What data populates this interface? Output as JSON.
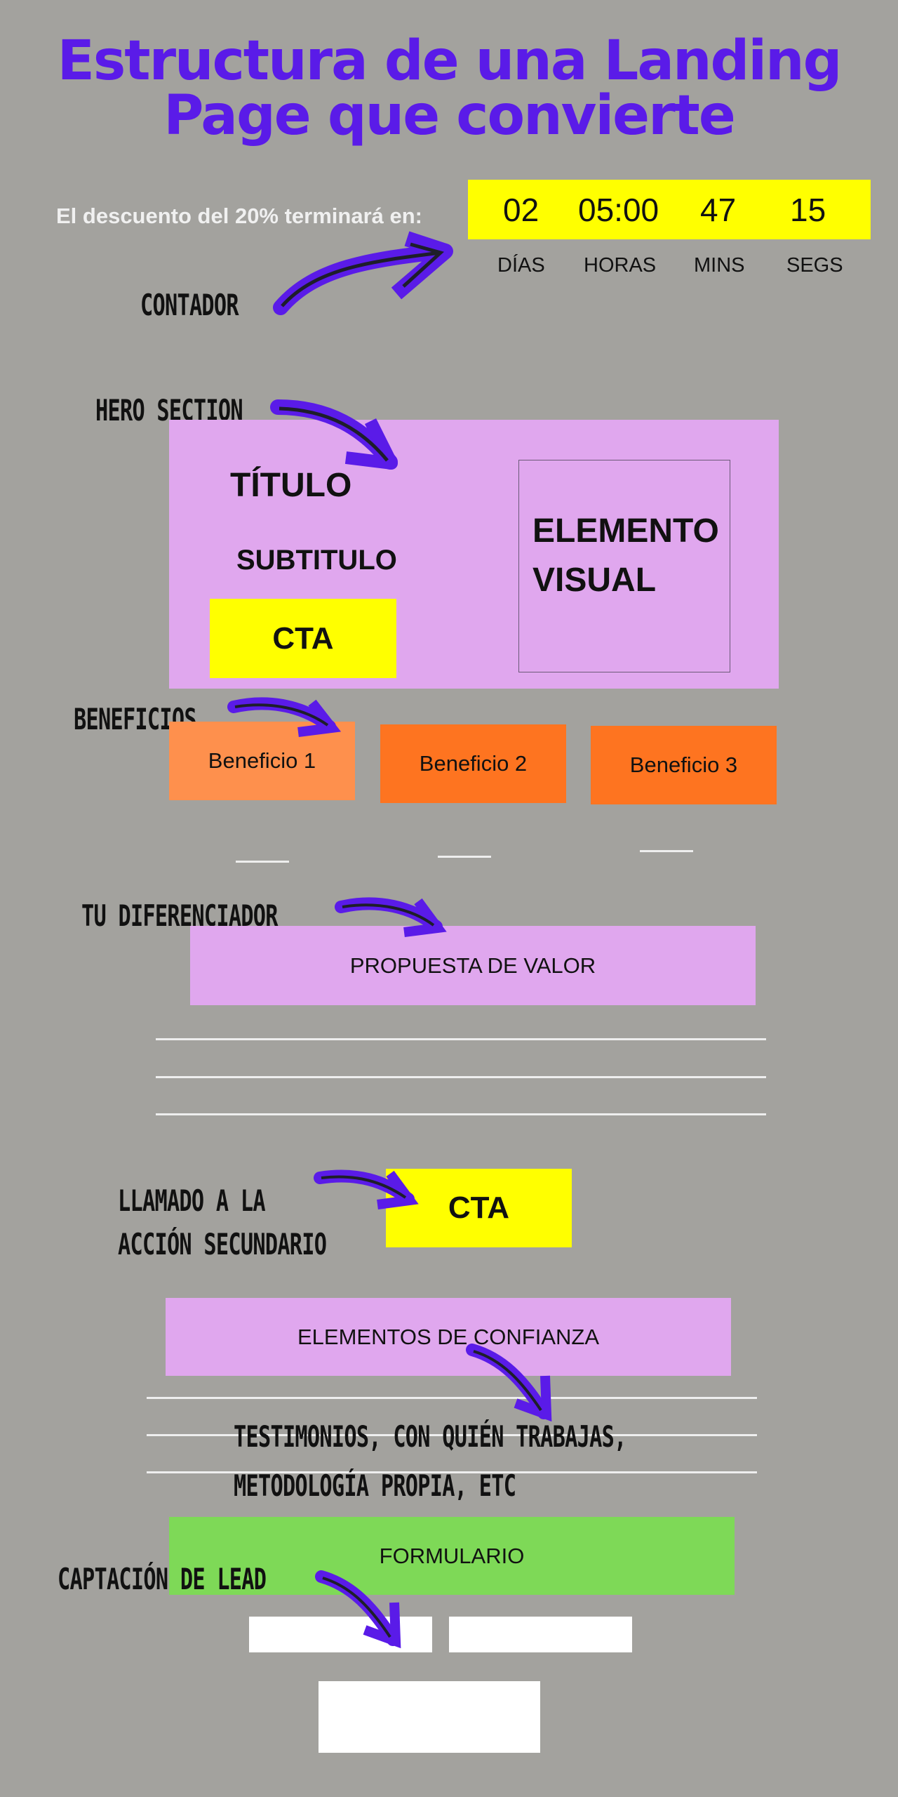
{
  "title": {
    "line1": "Estructura de una Landing",
    "line2": "Page que convierte"
  },
  "countdown": {
    "promo_text": "El descuento del 20% terminará en:",
    "values": [
      "02",
      "05:00",
      "47",
      "15"
    ],
    "labels": [
      "DÍAS",
      "HORAS",
      "MINS",
      "SEGS"
    ],
    "annotation": "CONTADOR"
  },
  "hero": {
    "annotation": "HERO SECTION",
    "title": "TÍTULO",
    "subtitle": "SUBTITULO",
    "cta": "CTA",
    "visual_line1": "ELEMENTO",
    "visual_line2": "VISUAL"
  },
  "benefits": {
    "annotation": "BENEFICIOS",
    "items": [
      "Beneficio 1",
      "Beneficio 2",
      "Beneficio 3"
    ]
  },
  "differentiator": {
    "annotation": "TU DIFERENCIADOR",
    "label": "PROPUESTA DE VALOR"
  },
  "secondary_cta": {
    "annotation_line1": "LLAMADO A LA",
    "annotation_line2": "ACCIÓN SECUNDARIO",
    "label": "CTA"
  },
  "trust": {
    "label": "ELEMENTOS DE CONFIANZA",
    "note_line1": "TESTIMONIOS, CON QUIÉN TRABAJAS,",
    "note_line2": "METODOLOGÍA PROPIA, ETC"
  },
  "form": {
    "label": "FORMULARIO",
    "annotation": "CAPTACIÓN DE LEAD"
  },
  "colors": {
    "accent": "#5a1be8",
    "background": "#a3a29e",
    "pink": "#e0a7ee",
    "yellow": "#ffff00",
    "orange": "#fe7420",
    "green": "#7ed957"
  }
}
